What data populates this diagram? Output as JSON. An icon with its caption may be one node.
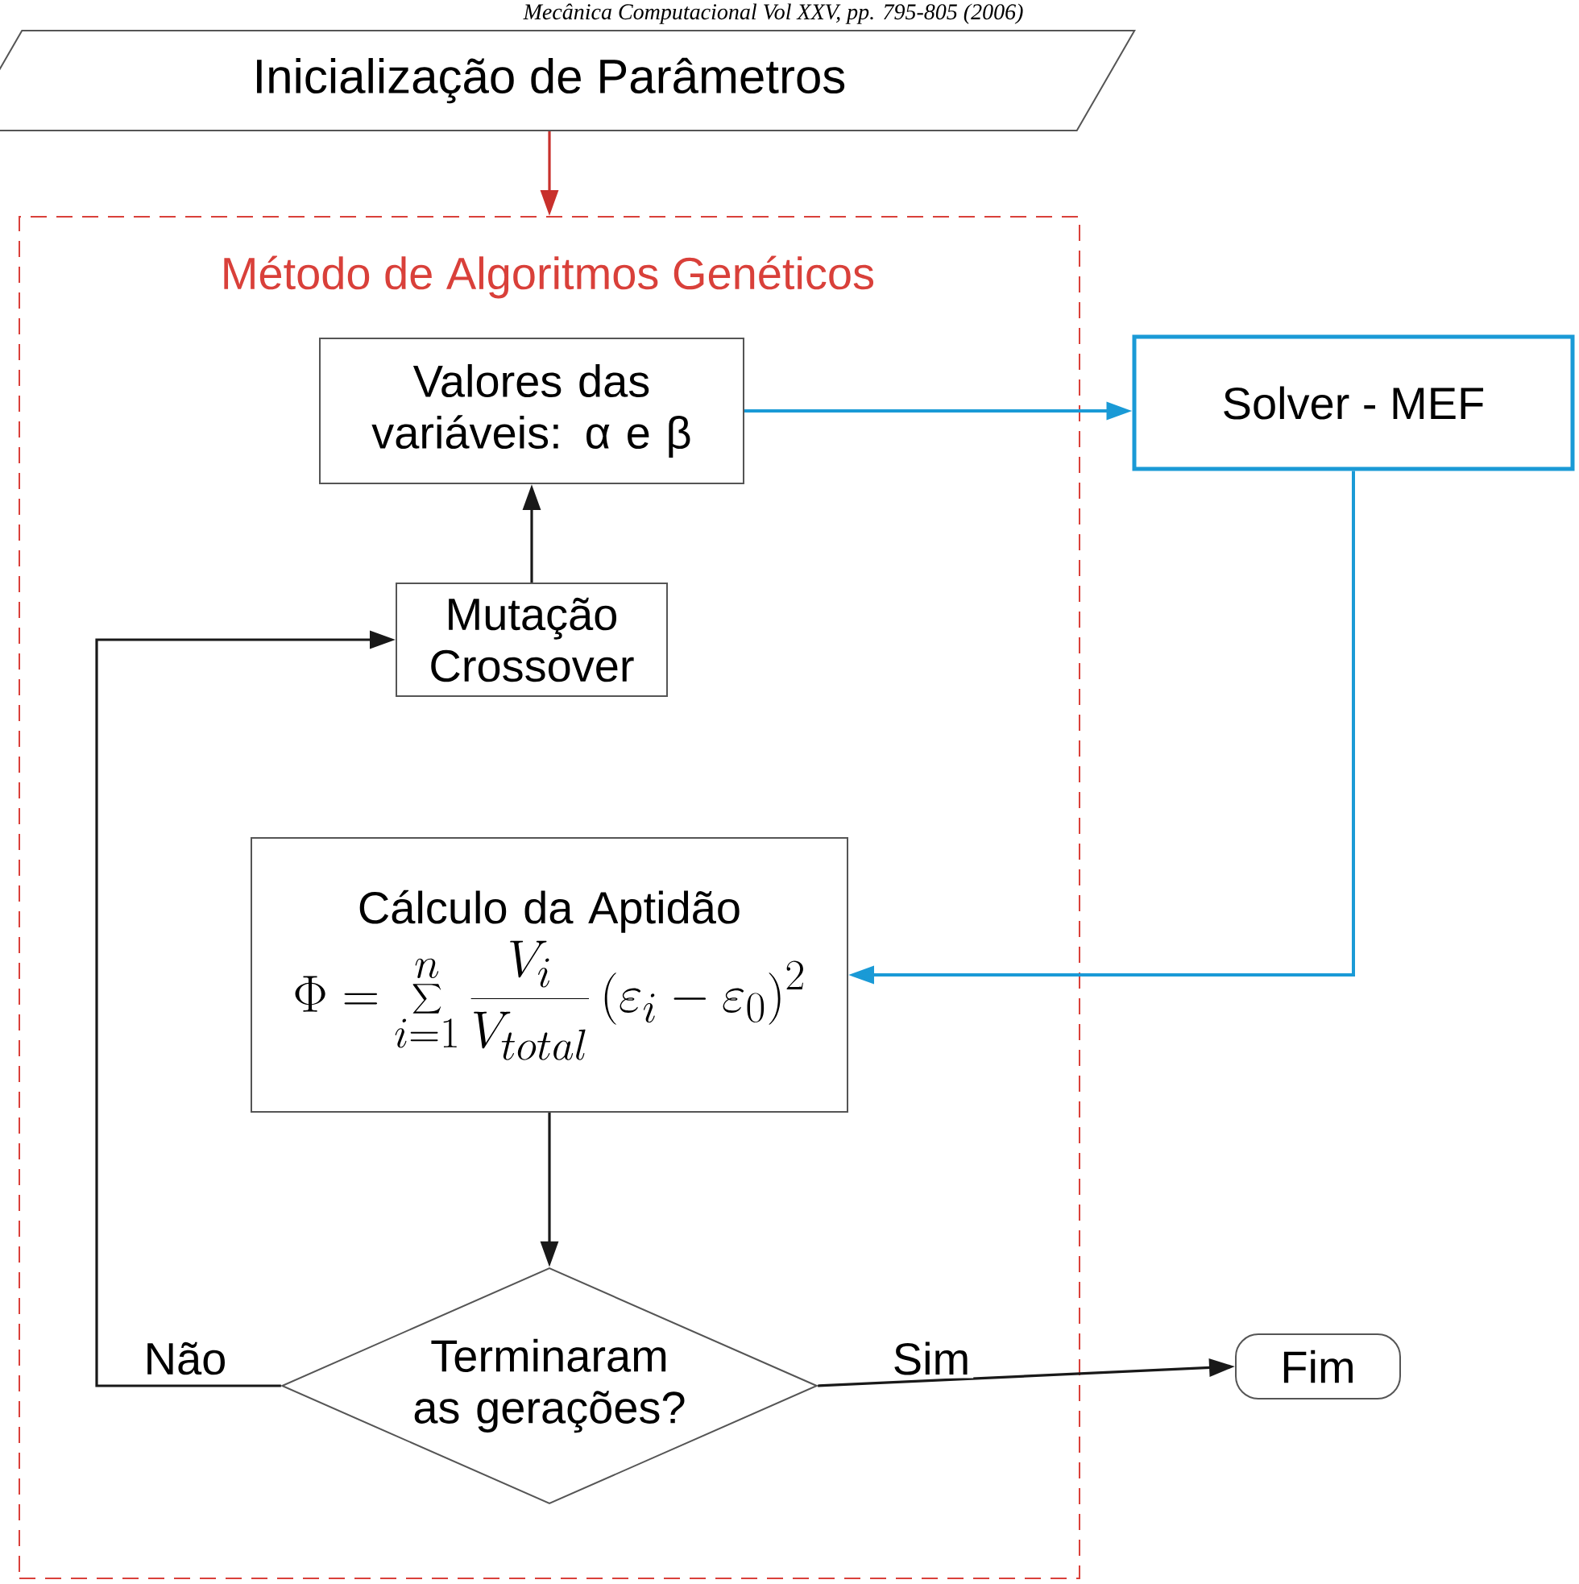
{
  "diagram": {
    "nodes": [
      {
        "text": [
          "Inicialização de Parâmetros"
        ]
      },
      {
        "text": [
          "Método de Algoritmos Genéticos"
        ]
      },
      {
        "text": [
          "Valores das variáveis: α e β"
        ],
        "in": 1
      },
      {
        "text": [
          "Mutação Crossover"
        ],
        "in": 1
      },
      {
        "text": [
          "Cálculo da Aptidão",
          "\\Phi = \\sum_{i=1}^{n} \\frac{V_i}{V_{total}}\\left(\\varepsilon_i - \\varepsilon_0\\right)^2"
        ],
        "in": 1
      },
      {
        "text": [
          "Terminaram as gerações?"
        ],
        "in": 1
      },
      {
        "text": [
          "Solver - MEF"
        ]
      },
      {
        "text": [
          "Fim"
        ]
      }
    ],
    "edges": [
      {
        "from": 0,
        "to": 1,
        "arrow": "to",
        "color": "#c8302c"
      },
      {
        "from": 3,
        "to": 2,
        "arrow": "to"
      },
      {
        "from": 2,
        "to": 6,
        "arrow": "to",
        "color": "#1a9ad6"
      },
      {
        "from": 6,
        "to": 4,
        "arrow": "to",
        "color": "#1a9ad6"
      },
      {
        "from": 4,
        "to": 5,
        "arrow": "to"
      },
      {
        "from": 5,
        "to": 3,
        "arrow": "to",
        "label": "Não"
      },
      {
        "from": 5,
        "to": 7,
        "arrow": "to",
        "label": "Sim"
      }
    ],
    "labels": [
      "Mecânica Computacional Vol XXV, pp. 795-805 (2006)"
    ]
  }
}
